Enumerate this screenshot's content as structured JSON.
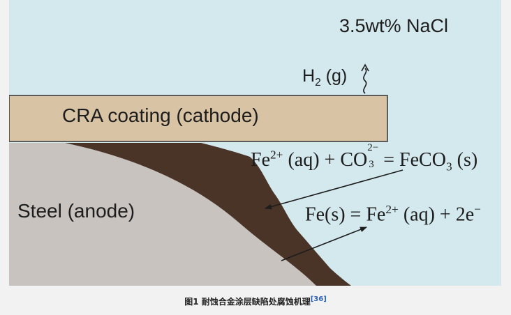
{
  "diagram": {
    "electrolyte_label": "3.5wt% NaCl",
    "hydrogen": {
      "base": "H",
      "sub": "2",
      "state": " (g)"
    },
    "coating_label": "CRA coating (cathode)",
    "steel_label": "Steel (anode)",
    "reaction_1": {
      "pre": "Fe",
      "sup1": "2+",
      "mid": " (aq) + CO",
      "sup2": "2−",
      "sub2": "3",
      "post": " = FeCO",
      "sub3": "3",
      "tail": " (s)"
    },
    "reaction_2": {
      "pre": "Fe(s) = Fe",
      "sup1": "2+",
      "mid": " (aq) + 2e",
      "sup2": "−"
    },
    "colors": {
      "electrolyte": "#d3e9ee",
      "coating": "#d8c4a4",
      "steel": "#c8c3bf",
      "corrosion_product": "#4a3427"
    }
  },
  "caption": {
    "text": "图1   耐蚀合金涂层缺陷处腐蚀机理",
    "ref": "[36]"
  }
}
